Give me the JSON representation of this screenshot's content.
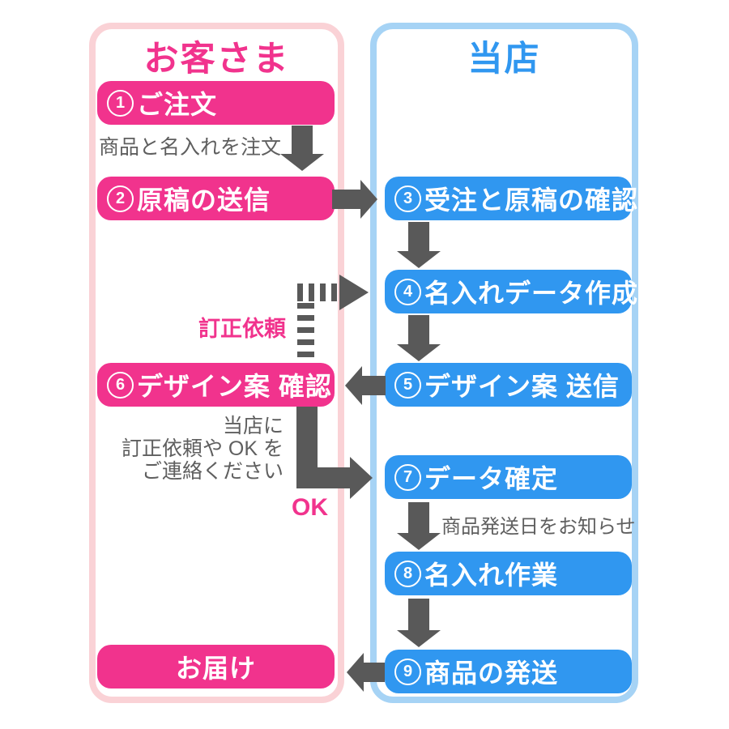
{
  "columns": {
    "customer": {
      "title": "お客さま",
      "boxes": [
        {
          "number": "1",
          "label": "ご注文"
        },
        {
          "number": "2",
          "label": "原稿の送信"
        },
        {
          "number": "6",
          "label": "デザイン案 確認"
        },
        {
          "label": "お届け"
        }
      ]
    },
    "shop": {
      "title": "当店",
      "boxes": [
        {
          "number": "3",
          "label": "受注と原稿の確認"
        },
        {
          "number": "4",
          "label": "名入れデータ作成"
        },
        {
          "number": "5",
          "label": "デザイン案 送信"
        },
        {
          "number": "7",
          "label": "データ確定"
        },
        {
          "number": "8",
          "label": "名入れ作業"
        },
        {
          "number": "9",
          "label": "商品の発送"
        }
      ]
    }
  },
  "annotations": {
    "order_note": "商品と名入れを注文",
    "correction_label": "訂正依頼",
    "design_check_note": [
      "当店に",
      "訂正依頼や OK を",
      "ご連絡ください"
    ],
    "ok_label": "OK",
    "ship_date_note": "商品発送日をお知らせ"
  },
  "colors": {
    "pink": "#F1338D",
    "blue": "#3097F0",
    "pink_border": "#FAD2D6",
    "blue_border": "#A6D3F5",
    "arrow_gray": "#595959"
  }
}
